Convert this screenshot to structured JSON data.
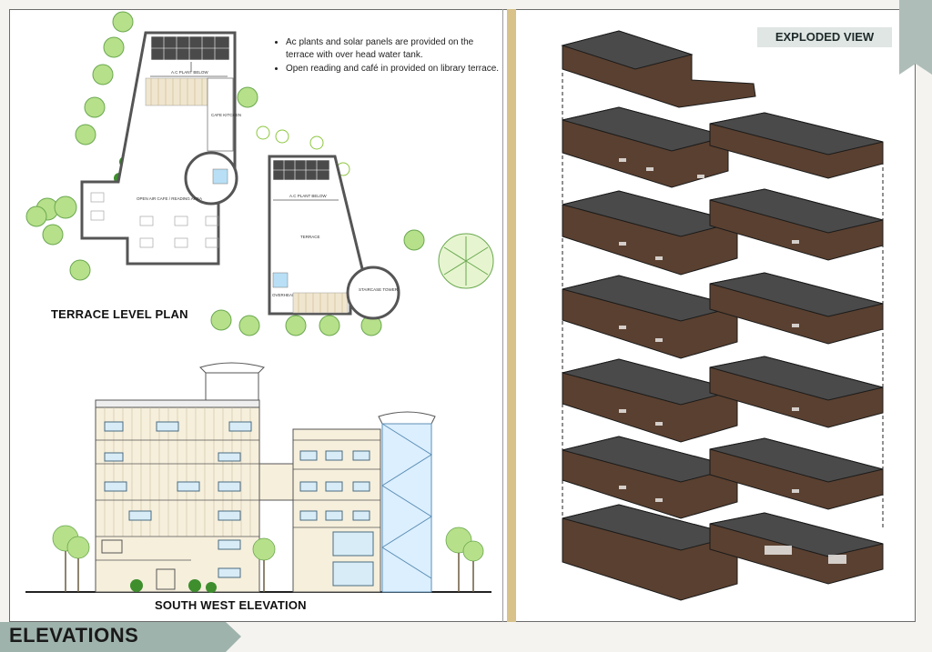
{
  "notes": [
    "Ac plants and solar panels are provided on the terrace with over head water tank.",
    "Open reading and café in provided on library terrace."
  ],
  "labels": {
    "terrace_plan": "TERRACE LEVEL PLAN",
    "south_west_elevation": "SOUTH WEST ELEVATION",
    "exploded_view": "EXPLODED VIEW",
    "section_title": "ELEVATIONS"
  },
  "plan_text": {
    "ac_plant_1": "A.C PLANT BELOW",
    "cafe_kitchen": "CAFE KITCHEN",
    "open_air_cafe": "OPEN AIR CAFE / READING AREA",
    "ac_plant_2": "A.C PLANT BELOW",
    "terrace": "TERRACE",
    "overhead_tank": "OVERHEAD WATER TANK",
    "staircase_tower": "STAIRCASE TOWER"
  },
  "colors": {
    "accent_green": "#8dc63f",
    "banner": "#9fb3ad",
    "tab": "#aebdb8",
    "block_brown": "#5a4030",
    "roof_grey": "#4a4a4a"
  }
}
